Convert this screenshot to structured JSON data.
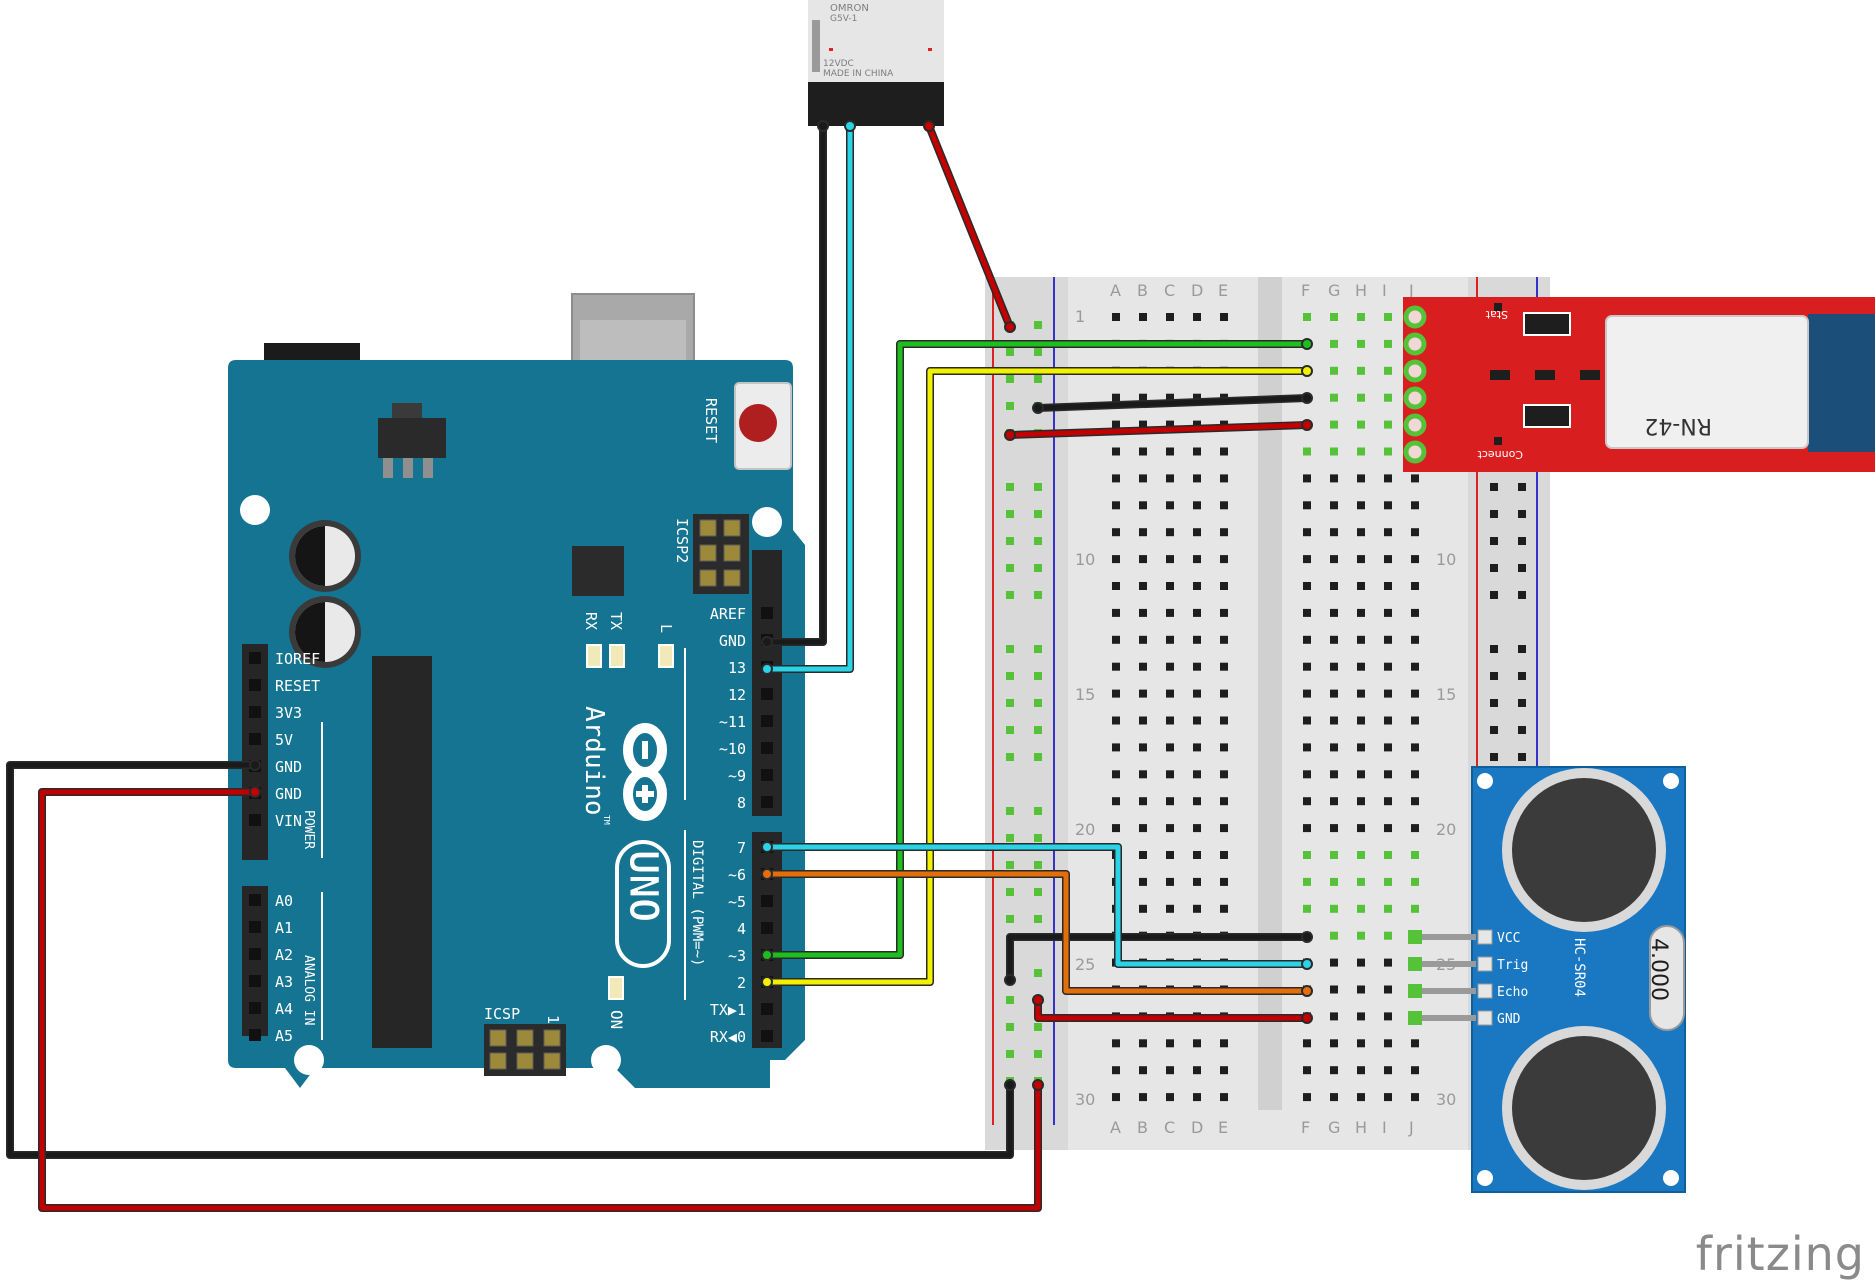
{
  "colors": {
    "arduino_board": "#147492",
    "breadboard": "#d9d9d9",
    "breadboard_inner": "#e7e7e7",
    "hole_green": "#55c23a",
    "rn42_board": "#d81e1e",
    "hcsr04_board": "#1a78c2",
    "relay_body": "#1e1e1e",
    "wire_black": "#1a1a1a",
    "wire_red": "#c20000",
    "wire_green": "#1fbe1f",
    "wire_yellow": "#f2f200",
    "wire_cyan": "#2ad3e6",
    "wire_orange": "#e36f0b"
  },
  "relay": {
    "brand": "OMRON",
    "model": "G5V-1",
    "voltage": "12VDC",
    "origin": "MADE IN CHINA"
  },
  "arduino": {
    "reset_label": "RESET",
    "icsp2_label": "ICSP2",
    "icsp_label": "ICSP",
    "icsp_pin1": "1",
    "tx_label": "TX",
    "rx_label": "RX",
    "l_label": "L",
    "on_label": "ON",
    "brand": "Arduino",
    "tm": "TM",
    "model": "UNO",
    "digital_label": "DIGITAL (PWM=~)",
    "power_label": "POWER",
    "analog_label": "ANALOG IN",
    "power_pins": [
      "IOREF",
      "RESET",
      "3V3",
      "5V",
      "GND",
      "GND",
      "VIN"
    ],
    "analog_pins": [
      "A0",
      "A1",
      "A2",
      "A3",
      "A4",
      "A5"
    ],
    "digital_pins_upper": [
      "AREF",
      "GND",
      "13",
      "12",
      "~11",
      "~10",
      "~9",
      "8"
    ],
    "digital_pins_lower": [
      "7",
      "~6",
      "~5",
      "4",
      "~3",
      "2",
      "TX▶1",
      "RX◀0"
    ]
  },
  "breadboard": {
    "cols_left": [
      "A",
      "B",
      "C",
      "D",
      "E"
    ],
    "cols_right": [
      "F",
      "G",
      "H",
      "I",
      "J"
    ],
    "row_numbers": [
      "1",
      "10",
      "15",
      "20",
      "25",
      "30"
    ]
  },
  "rn42": {
    "model": "RN-42",
    "stat_label": "Stat",
    "connect_label": "Connect"
  },
  "hcsr04": {
    "model": "HC-SR04",
    "crystal": "4.000",
    "pins": [
      "VCC",
      "Trig",
      "Echo",
      "GND"
    ]
  },
  "watermark": "fritzing"
}
